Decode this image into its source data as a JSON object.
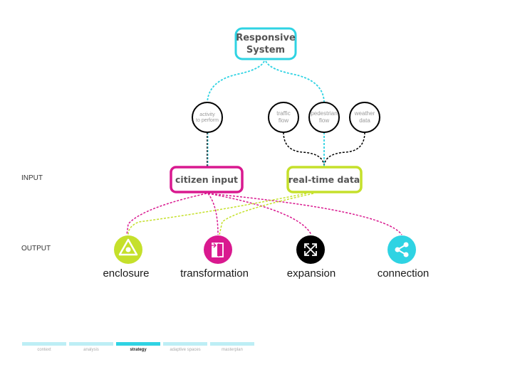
{
  "colors": {
    "cyan": "#2fd3e3",
    "magenta": "#d9198f",
    "lime": "#c5e02b",
    "black": "#000000",
    "text_gray": "#555555"
  },
  "top_node": {
    "line1": "Responsive",
    "line2": "System"
  },
  "sources": [
    {
      "line1": "activity",
      "line2": "to perform"
    },
    {
      "line1": "traffic",
      "line2": "flow"
    },
    {
      "line1": "pedestrian",
      "line2": "flow"
    },
    {
      "line1": "weather",
      "line2": "data"
    }
  ],
  "inputs": {
    "citizen": "citizen input",
    "realtime": "real-time data"
  },
  "row_labels": {
    "input": "INPUT",
    "output": "OUTPUT"
  },
  "outputs": [
    {
      "label": "enclosure",
      "icon": "triangle-in-circle-icon"
    },
    {
      "label": "transformation",
      "icon": "transform-icon"
    },
    {
      "label": "expansion",
      "icon": "expand-arrows-icon"
    },
    {
      "label": "connection",
      "icon": "share-icon"
    }
  ],
  "nav": {
    "items": [
      "context",
      "analysis",
      "strategy",
      "adaptive spaces",
      "masterplan"
    ],
    "active": "strategy"
  }
}
